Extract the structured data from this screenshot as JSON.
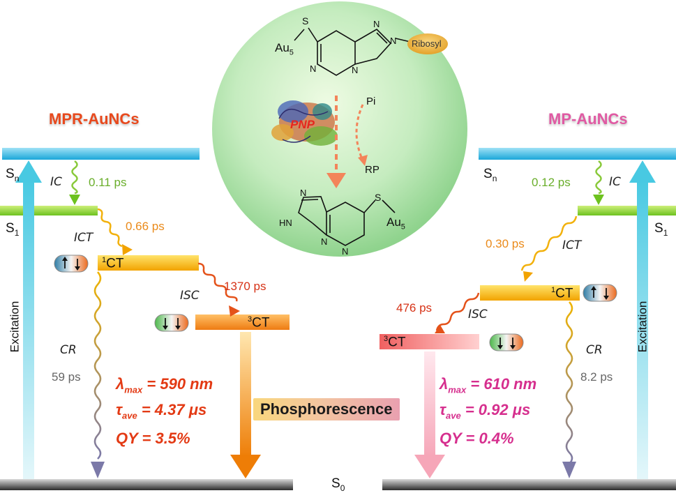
{
  "left": {
    "title": "MPR-AuNCs",
    "sn": "S",
    "sn_sub": "n",
    "s1": "S",
    "s1_sub": "1",
    "ct1_sup": "1",
    "ct1": "CT",
    "ct3_sup": "3",
    "ct3": "CT",
    "ic": "IC",
    "ic_time": "0.11 ps",
    "ict": "ICT",
    "ict_time": "0.66 ps",
    "isc": "ISC",
    "isc_time": "1370 ps",
    "cr": "CR",
    "cr_time": "59 ps",
    "excitation": "Excitation",
    "lambda_sym": "λ",
    "lambda_sub": "max",
    "lambda_val": " = 590 nm",
    "tau_sym": "τ",
    "tau_sub": "ave",
    "tau_val": " = 4.37 μs",
    "qy": "QY = 3.5%"
  },
  "right": {
    "title": "MP-AuNCs",
    "sn": "S",
    "sn_sub": "n",
    "s1": "S",
    "s1_sub": "1",
    "ct1_sup": "1",
    "ct1": "CT",
    "ct3_sup": "3",
    "ct3": "CT",
    "ic": "IC",
    "ic_time": "0.12 ps",
    "ict": "ICT",
    "ict_time": "0.30 ps",
    "isc": "ISC",
    "isc_time": "476 ps",
    "cr": "CR",
    "cr_time": "8.2 ps",
    "excitation": "Excitation",
    "lambda_sym": "λ",
    "lambda_sub": "max",
    "lambda_val": " = 610 nm",
    "tau_sym": "τ",
    "tau_sub": "ave",
    "tau_val": " = 0.92 μs",
    "qy": "QY = 0.4%"
  },
  "center": {
    "au5_top": "Au",
    "au5_top_sub": "5",
    "s_top": "S",
    "ribosyl": "Ribosyl",
    "pnp": "PNP",
    "pi": "Pi",
    "rp": "RP",
    "hn": "HN",
    "s_bottom": "S",
    "au5_bottom": "Au",
    "au5_bottom_sub": "5",
    "phosphorescence": "Phosphorescence",
    "s0": "S",
    "s0_sub": "0"
  },
  "colors": {
    "left_title": "#e8491d",
    "right_title": "#e05aa3",
    "left_stats": "#e33a14",
    "right_stats": "#d62f8e",
    "ic_time": "#6aae2b",
    "ict_time": "#ea8a1a",
    "isc_time": "#d63216",
    "cr_time": "#666666"
  }
}
